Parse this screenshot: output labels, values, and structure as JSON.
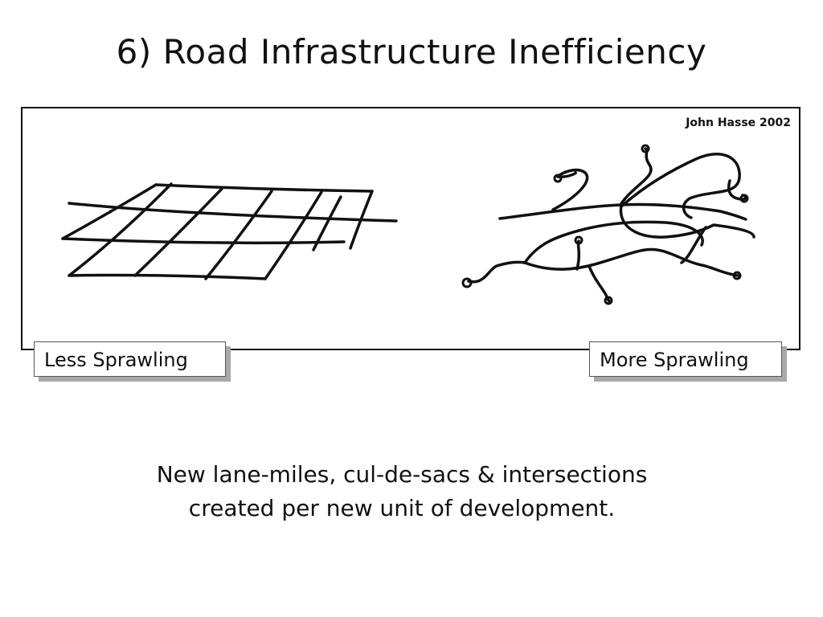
{
  "slide": {
    "title": "6) Road Infrastructure Inefficiency",
    "credit": "John Hasse 2002",
    "labels": {
      "left": "Less Sprawling",
      "right": "More Sprawling"
    },
    "caption": {
      "line1": "New lane-miles, cul-de-sacs & intersections",
      "line2": "created per new unit of development."
    }
  },
  "drawings": {
    "left": "grid-road-network",
    "right": "curvilinear-cul-de-sac-network"
  }
}
